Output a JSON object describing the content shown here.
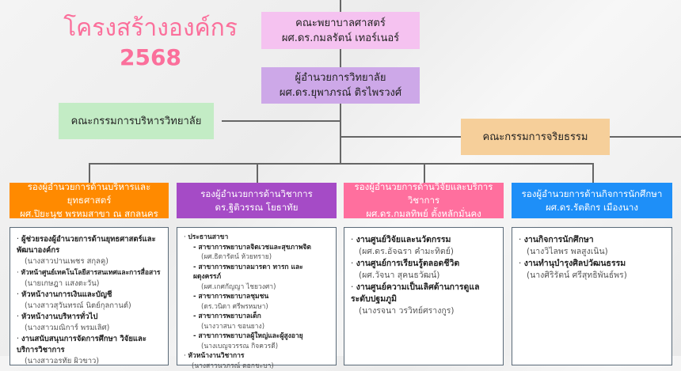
{
  "title": {
    "line1": "โครงสร้างองค์กร",
    "line2": "2568"
  },
  "dean": {
    "role": "คณะพยาบาลศาสตร์",
    "name": "ผศ.ดร.กมลรัตน์ เทอร์เนอร์"
  },
  "director": {
    "role": "ผู้อำนวยการวิทยาลัย",
    "name": "ผศ.ดร.ยุพาภรณ์ ติรไพรวงศ์"
  },
  "exec_committee": "คณะกรรมการบริหารวิทยาลัย",
  "ethics_committee": "คณะกรรมการจริยธรรม",
  "colors": {
    "title": "#fb6f9b",
    "dean": "#f5c2f0",
    "director": "#cda8e8",
    "exec": "#c3ecc5",
    "ethics": "#f6cf9a",
    "vp1": "#ff8a00",
    "vp2": "#a54bc6",
    "vp3": "#ff6f9e",
    "vp4": "#1e8ff8"
  },
  "vps": [
    {
      "role": "รองผู้อำนวยการด้านบริหารและยุทธศาสตร์",
      "name": "ผศ.ปิยะนุช พรหมสาขา ณ สกลนคร"
    },
    {
      "role": "รองผู้อำนวยการด้านวิชาการ",
      "name": "ดร.ฐิติวรรณ โยธาทัย"
    },
    {
      "role": "รองผู้อำนวยการด้านวิจัยและบริการวิชาการ",
      "name": "ผศ.ดร.กมลทิพย์ ตั้งหลักมั่นคง"
    },
    {
      "role": "รองผู้อำนวยการด้านกิจการนักศึกษา",
      "name": "ผศ.ดร.รัตติกร เมืองนาง"
    }
  ],
  "details": {
    "admin": [
      {
        "item": "ผู้ช่วยรองผู้อำนวยการด้านยุทธศาสตร์และพัฒนาองค์กร",
        "name": "(นางสาวปานเพชร สกุลคู)"
      },
      {
        "item": "หัวหน้าศูนย์เทคโนโลยีสารสนเทศและการสื่อสาร",
        "name": "(นายเกษฎา แสงตะวัน)"
      },
      {
        "item": "หัวหน้างานการเงินและบัญชี",
        "name": "(นางสาวสุวันทรณ์ นิตย์กุลกานต์)"
      },
      {
        "item": "หัวหน้างานบริหารทั่วไป",
        "name": "(นางสาวมณิการ์ พรมเลิศ)"
      },
      {
        "item": "งานสนับสนุนการจัดการศึกษา วิจัยและบริการวิชาการ",
        "name": "(นางสาวอรทัย ผิวขาว)"
      }
    ],
    "academic": {
      "head_label": "ประธานสาขา",
      "branches": [
        {
          "item": "- สาขาการพยาบาลจิตเวชและสุขภาพจิต",
          "name": "(ผศ.ธิดารัตน์ ห้วยทราย)"
        },
        {
          "item": "- สาขาการพยาบาลมารดา ทารก และผดุงครรภ์",
          "name": "(ผศ.เกศกัญญา ไชยวงศา)"
        },
        {
          "item": "- สาขาการพยาบาลชุมชน",
          "name": "(ดร.วนิดา ศรีพรหมษา)"
        },
        {
          "item": "- สาขาการพยาบาลเด็ก",
          "name": "(นางวาสนา ขอนยาง)"
        },
        {
          "item": "- สาขาการพยาบาลผู้ใหญ่และผู้สูงอายุ",
          "name": "(นางเบญจวรรณ กิจควรดี)"
        }
      ],
      "head2": {
        "item": "หัวหน้างานวิชาการ",
        "name": "(นางสาวนวภรณ์ ดอกชะบา)"
      }
    },
    "research": [
      {
        "item": "งานศูนย์วิจัยและนวัตกรรม",
        "name": "(ผศ.ดร.อัจฉรา คำมะทิตย์)"
      },
      {
        "item": "งานศูนย์การเรียนรู้ตลอดชีวิต",
        "name": "(ผศ.วัจนา สุคนธวัฒน์)"
      },
      {
        "item": "งานศูนย์ความเป็นเลิศด้านการดูแลระดับปฐมภูมิ",
        "name": "(นางรจนา วรวิทย์ศรางกูร)"
      }
    ],
    "student": [
      {
        "item": "งานกิจการนักศึกษา",
        "name": "(นางวิไลพร พลสูงเนิน)"
      },
      {
        "item": "งานทำนุบำรุงศิลปวัฒนธรรม",
        "name": "(นางศิริรัตน์ ศรีสุทธิพันธ์พร)"
      }
    ]
  }
}
